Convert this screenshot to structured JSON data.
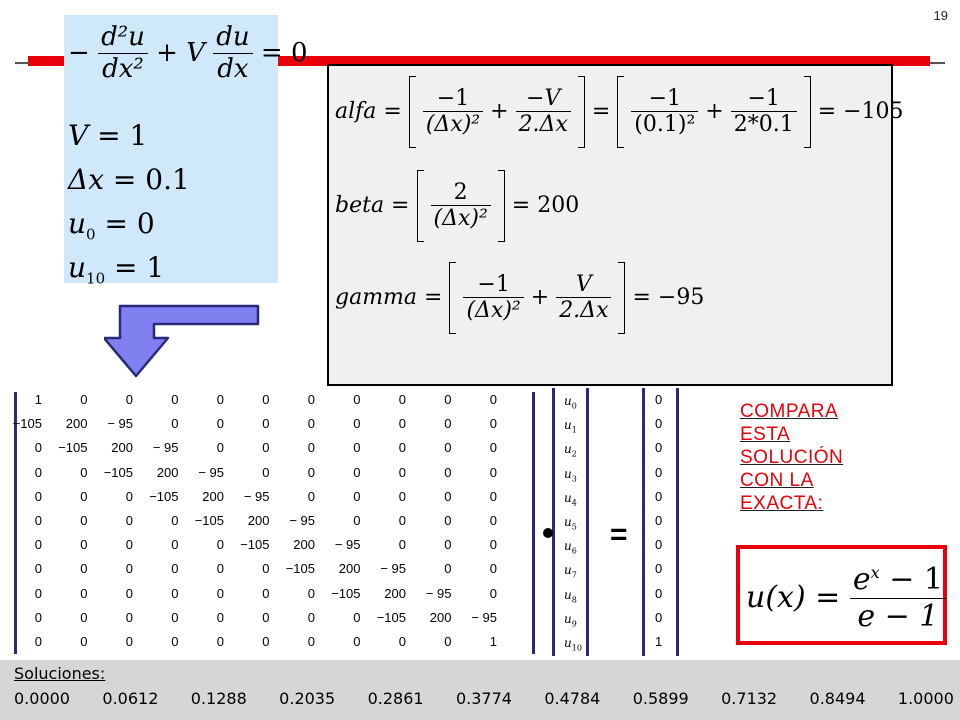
{
  "slide_number": "19",
  "equations": {
    "ode": {
      "lhs_minus": "−",
      "d2u": "d²u",
      "dx2": "dx²",
      "plus_V": "+ V",
      "du": "du",
      "dx": "dx",
      "eq_zero": "= 0"
    },
    "V": {
      "lhs": "V",
      "rhs": "= 1"
    },
    "dx": {
      "lhs": "Δx",
      "rhs": "= 0.1"
    },
    "u0": {
      "lhs": "u",
      "sub": "0",
      "rhs": "= 0"
    },
    "u10": {
      "lhs": "u",
      "sub": "10",
      "rhs": "= 1"
    }
  },
  "coefficients": {
    "alfa": {
      "name": "alfa =",
      "n1": "−1",
      "d1": "(Δx)²",
      "n2": "−V",
      "d2": "2.Δx",
      "n3": "−1",
      "d3": "(0.1)²",
      "n4": "−1",
      "d4": "2*0.1",
      "result": "= −105"
    },
    "beta": {
      "name": "beta =",
      "n1": "2",
      "d1": "(Δx)²",
      "result": "= 200"
    },
    "gamma": {
      "name": "gamma =",
      "n1": "−1",
      "d1": "(Δx)²",
      "n2": "V",
      "d2": "2.Δx",
      "result": "= −95"
    }
  },
  "matrix": [
    [
      "1",
      "0",
      "0",
      "0",
      "0",
      "0",
      "0",
      "0",
      "0",
      "0",
      "0"
    ],
    [
      "−105",
      "200",
      "− 95",
      "0",
      "0",
      "0",
      "0",
      "0",
      "0",
      "0",
      "0"
    ],
    [
      "0",
      "−105",
      "200",
      "− 95",
      "0",
      "0",
      "0",
      "0",
      "0",
      "0",
      "0"
    ],
    [
      "0",
      "0",
      "−105",
      "200",
      "− 95",
      "0",
      "0",
      "0",
      "0",
      "0",
      "0"
    ],
    [
      "0",
      "0",
      "0",
      "−105",
      "200",
      "− 95",
      "0",
      "0",
      "0",
      "0",
      "0"
    ],
    [
      "0",
      "0",
      "0",
      "0",
      "−105",
      "200",
      "− 95",
      "0",
      "0",
      "0",
      "0"
    ],
    [
      "0",
      "0",
      "0",
      "0",
      "0",
      "−105",
      "200",
      "− 95",
      "0",
      "0",
      "0"
    ],
    [
      "0",
      "0",
      "0",
      "0",
      "0",
      "0",
      "−105",
      "200",
      "− 95",
      "0",
      "0"
    ],
    [
      "0",
      "0",
      "0",
      "0",
      "0",
      "0",
      "0",
      "−105",
      "200",
      "− 95",
      "0"
    ],
    [
      "0",
      "0",
      "0",
      "0",
      "0",
      "0",
      "0",
      "0",
      "−105",
      "200",
      "− 95"
    ],
    [
      "0",
      "0",
      "0",
      "0",
      "0",
      "0",
      "0",
      "0",
      "0",
      "0",
      "1"
    ]
  ],
  "unknowns": [
    "0",
    "1",
    "2",
    "3",
    "4",
    "5",
    "6",
    "7",
    "8",
    "9",
    "10"
  ],
  "unknown_symbol": "u",
  "rhs": [
    "0",
    "0",
    "0",
    "0",
    "0",
    "0",
    "0",
    "0",
    "0",
    "0",
    "1"
  ],
  "equals_symbol": "=",
  "compare": [
    "COMPARA",
    "ESTA",
    "SOLUCIÓN",
    "CON LA",
    "EXACTA:"
  ],
  "exact": {
    "lhs": "u(x) =",
    "num_base": "e",
    "num_exp": "x",
    "num_rest": " − 1",
    "den": "e − 1"
  },
  "solutions": {
    "label": "Soluciones:",
    "values": [
      "0.0000",
      "0.0612",
      "0.1288",
      "0.2035",
      "0.2861",
      "0.3774",
      "0.4784",
      "0.5899",
      "0.7132",
      "0.8494",
      "1.0000"
    ]
  },
  "colors": {
    "accent_red": "#e8000b",
    "eq_box_bg": "#cfe9fb",
    "arrow_fill": "#8080f0",
    "footer_bg": "#d6d6d6"
  }
}
